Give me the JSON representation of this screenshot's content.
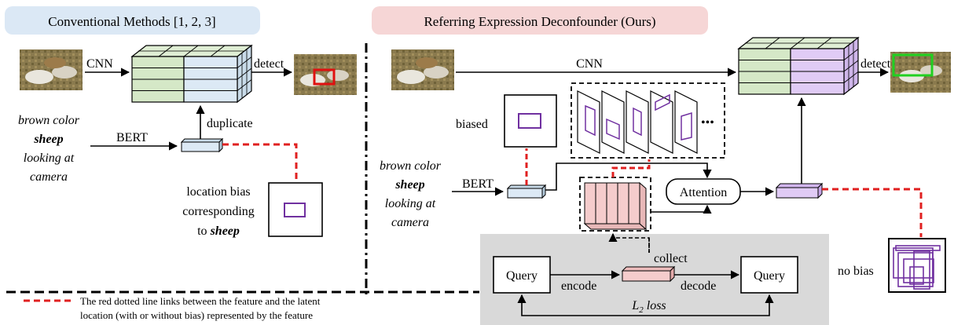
{
  "left": {
    "title": "Conventional Methods [1, 2, 3]",
    "cnn": "CNN",
    "detect": "detect",
    "bert": "BERT",
    "duplicate": "duplicate",
    "query_lines": [
      "brown color",
      "sheep",
      "looking at",
      "camera"
    ],
    "bias_lines": [
      "location bias",
      "corresponding"
    ],
    "bias_last_prefix": "to ",
    "bias_last_word": "sheep"
  },
  "right": {
    "title": "Referring Expression Deconfounder (Ours)",
    "cnn": "CNN",
    "detect": "detect",
    "bert": "BERT",
    "biased": "biased",
    "ellipsis": "•••",
    "query_lines": [
      "brown color",
      "sheep",
      "looking at",
      "camera"
    ],
    "attention": "Attention",
    "collect": "collect",
    "query_left": "Query",
    "query_right": "Query",
    "encode": "encode",
    "decode": "decode",
    "loss_base": "L",
    "loss_sub": "2",
    "loss_word": "loss",
    "no_bias": "no bias"
  },
  "legend": {
    "line1": "The red dotted line links between the feature and the latent",
    "line2": "location (with or without bias) represented by the feature"
  },
  "colors": {
    "left_pill": "#dbe8f5",
    "right_pill": "#f6d6d6",
    "green": "#d5e8c7",
    "blue": "#dce9f5",
    "purple": "#e0cbf5",
    "pink": "#f5cccc",
    "red_dash": "#e02020",
    "box_purple": "#7030a0",
    "gray_panel": "#d9d9d9"
  }
}
